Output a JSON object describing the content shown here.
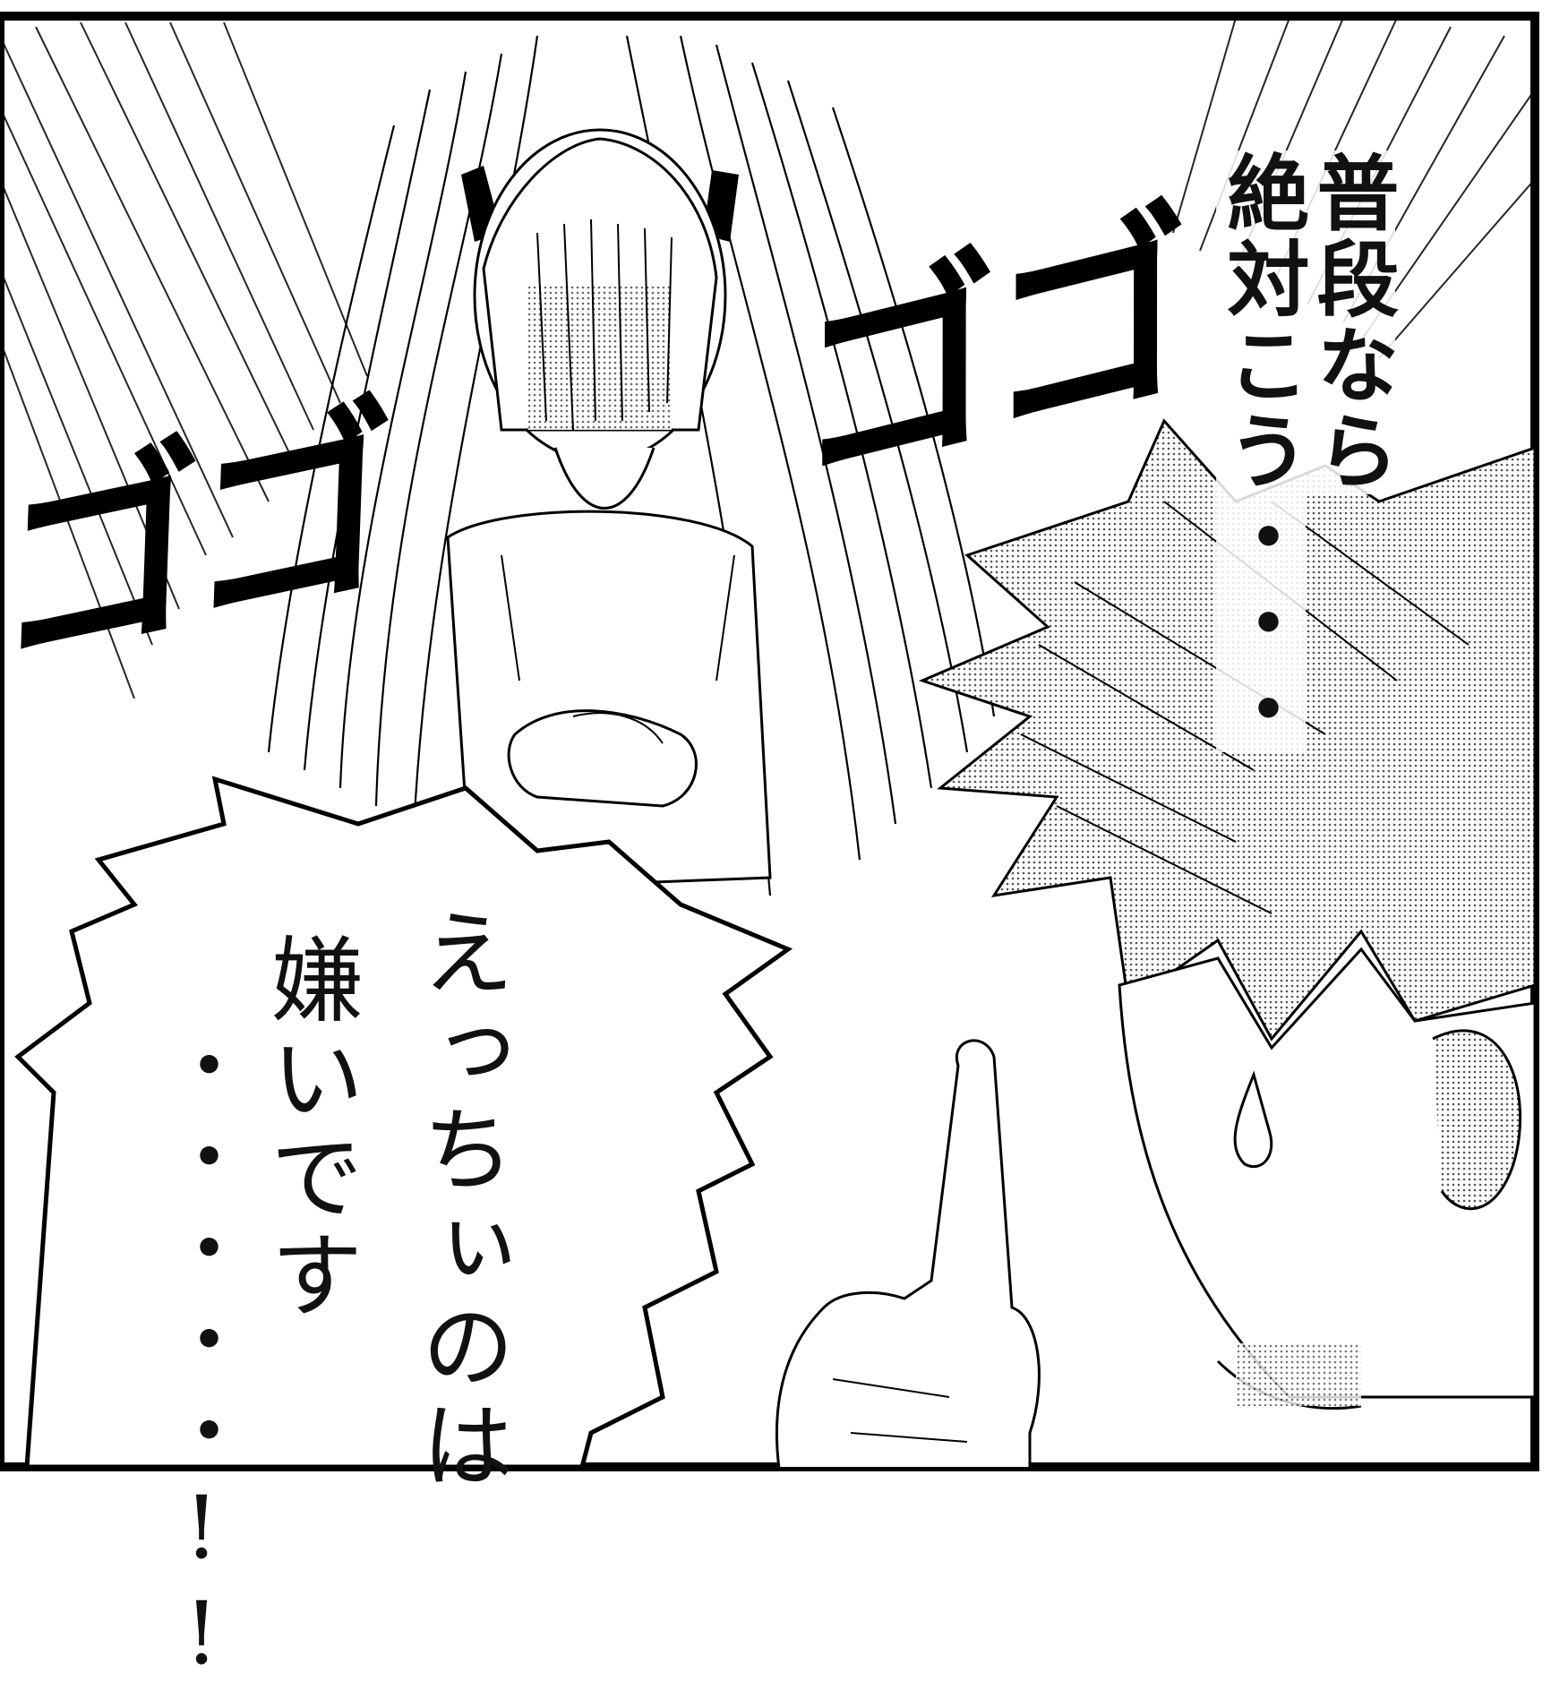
{
  "panel": {
    "colors": {
      "ink": "#000000",
      "paper": "#ffffff",
      "screentone": "#b5b5b5"
    },
    "caption": {
      "columns": [
        "普段なら",
        "絶対こう・・・"
      ]
    },
    "speech_bubble": {
      "columns": [
        "えっちぃのは",
        "嫌いです",
        "・・・・・!!"
      ]
    },
    "sound_effects": {
      "left": "ゴゴ",
      "right": "ゴゴ"
    },
    "characters": [
      {
        "name": "girl-with-cat-ear-ribbons",
        "pose": "arms crossed over chest, long hair"
      },
      {
        "name": "boy-spiky-hair",
        "pose": "raising index finger, sweat drop"
      }
    ]
  }
}
